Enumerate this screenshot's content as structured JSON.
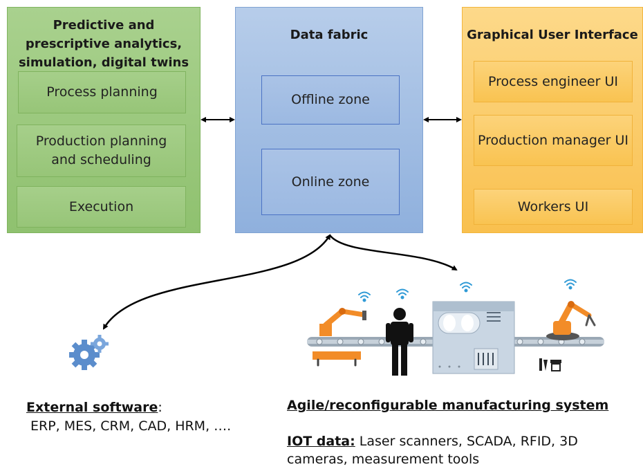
{
  "analytics": {
    "title": "Predictive and prescriptive analytics, simulation, digital twins",
    "items": [
      "Process planning",
      "Production planning and scheduling",
      "Execution"
    ]
  },
  "fabric": {
    "title": "Data fabric",
    "zones": [
      "Offline zone",
      "Online zone"
    ]
  },
  "gui": {
    "title": "Graphical User Interface",
    "items": [
      "Process engineer UI",
      "Production manager UI",
      "Workers UI"
    ]
  },
  "external": {
    "heading": "External software",
    "heading_suffix": ":",
    "list": "ERP, MES, CRM, CAD, HRM, …."
  },
  "manufacturing": {
    "heading": "Agile/reconfigurable manufacturing system",
    "iot_label": "IOT data:",
    "iot_line1": " Laser scanners, SCADA, RFID, 3D",
    "iot_line2": "cameras, measurement tools"
  },
  "colors": {
    "green": "#a9d18e",
    "blue": "#9ebbe3",
    "orange": "#fbc95f",
    "robot_orange": "#f28c28",
    "machine": "#c9d6e3"
  },
  "icons": [
    "gears-icon",
    "wifi-icon",
    "robot-arm-icon",
    "worker-icon",
    "machine-icon",
    "conveyor-icon",
    "tools-icon"
  ]
}
